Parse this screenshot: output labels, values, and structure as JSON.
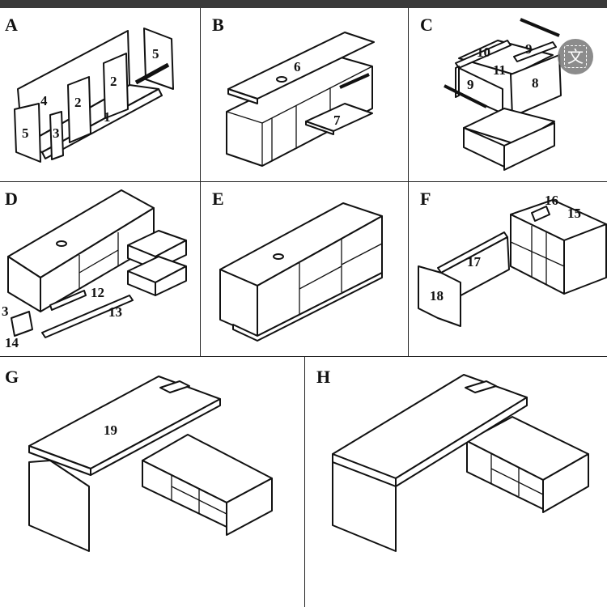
{
  "steps": [
    {
      "letter": "A",
      "labels": [
        "1",
        "2",
        "2",
        "3",
        "4",
        "5",
        "5"
      ]
    },
    {
      "letter": "B",
      "labels": [
        "6",
        "7"
      ]
    },
    {
      "letter": "C",
      "labels": [
        "8",
        "9",
        "9",
        "10",
        "11"
      ]
    },
    {
      "letter": "D",
      "labels": [
        "3",
        "12",
        "13",
        "14"
      ]
    },
    {
      "letter": "E",
      "labels": []
    },
    {
      "letter": "F",
      "labels": [
        "15",
        "16",
        "17",
        "18"
      ]
    },
    {
      "letter": "G",
      "labels": [
        "19"
      ]
    },
    {
      "letter": "H",
      "labels": []
    }
  ],
  "translate_button": {
    "icon": "translate-icon",
    "glyph": "文"
  }
}
